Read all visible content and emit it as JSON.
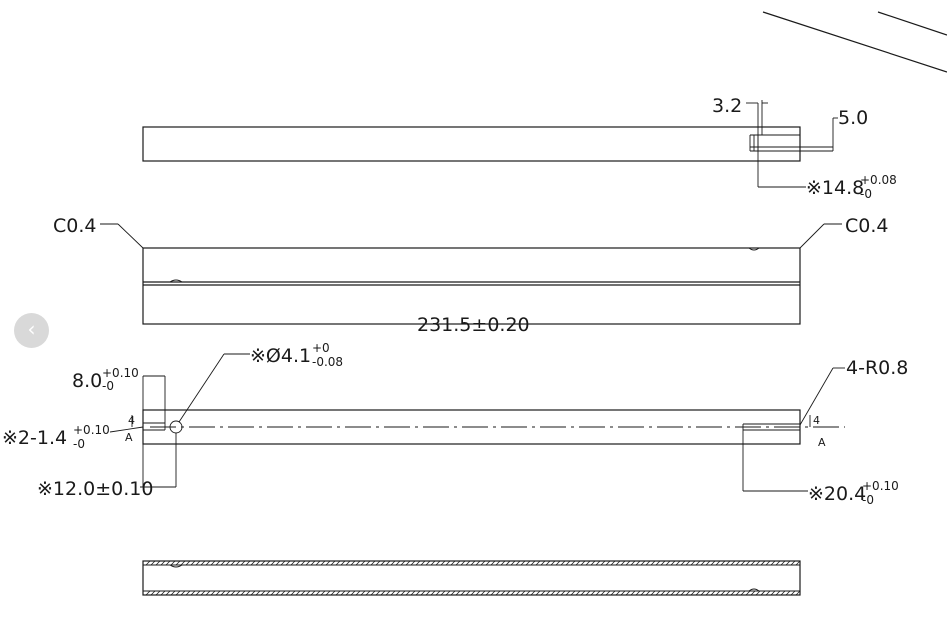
{
  "navigation": {
    "prev_icon": "chevron-left-icon",
    "prev_glyph": "‹"
  },
  "drawing": {
    "side_view": {
      "dim_a": "3.2",
      "dim_b": "5.0",
      "dim_c_main": "※14.8",
      "dim_c_upper": "+0.08",
      "dim_c_lower": "-0"
    },
    "top_view": {
      "chamfer_left": "C0.4",
      "chamfer_right": "C0.4",
      "length": "231.5±0.20"
    },
    "front_view": {
      "edge_dim_main": "8.0",
      "edge_dim_upper": "+0.10",
      "edge_dim_lower": "-0",
      "hole_dia_main": "※Ø4.1",
      "hole_dia_upper": "+0",
      "hole_dia_lower": "-0.08",
      "slot_main": "※2-1.4",
      "slot_upper": "+0.10",
      "slot_lower": "-0",
      "hole_pos": "※12.0±0.10",
      "radius": "4-R0.8",
      "slot_len_main": "※20.4",
      "slot_len_upper": "+0.10",
      "slot_len_lower": "-0",
      "section_mark": "4",
      "section_label": "A"
    }
  }
}
